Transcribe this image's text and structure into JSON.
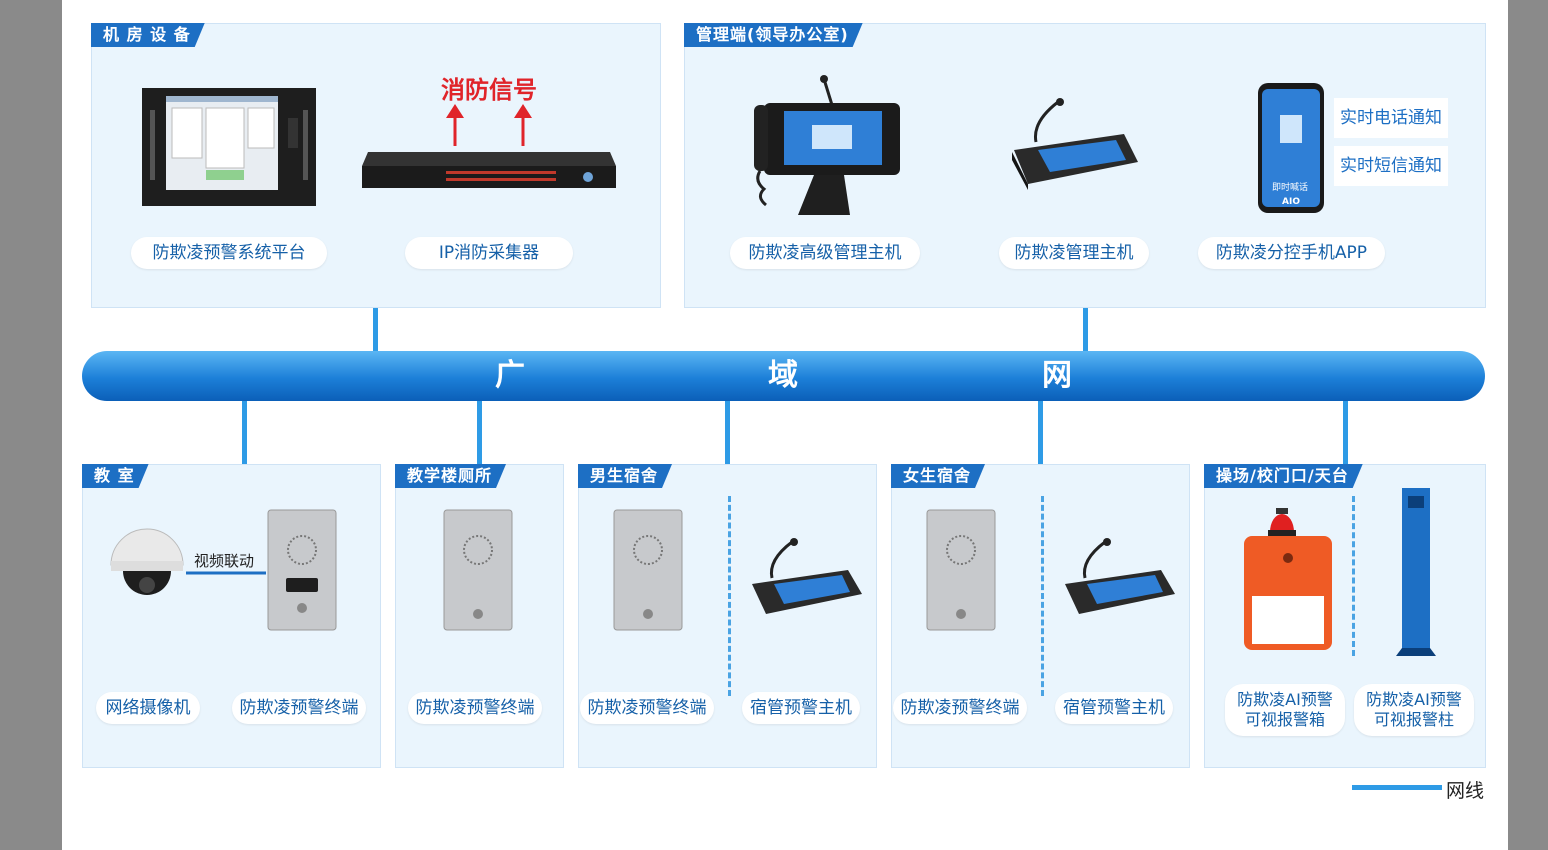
{
  "panels": {
    "machine_room": "机 房 设 备",
    "management": "管理端(领导办公室)",
    "classroom": "教 室",
    "restroom": "教学楼厕所",
    "male_dorm": "男生宿舍",
    "female_dorm": "女生宿舍",
    "playground": "操场/校门口/天台"
  },
  "devices": {
    "platform": "防欺凌预警系统平台",
    "ip_fire": "IP消防采集器",
    "fire_signal": "消防信号",
    "advanced_host": "防欺凌高级管理主机",
    "mgmt_host": "防欺凌管理主机",
    "app": "防欺凌分控手机APP",
    "phone_notice": "实时电话通知",
    "sms_notice": "实时短信通知",
    "app_screen_text": "即时喊话",
    "app_brand": "AIO",
    "camera": "网络摄像机",
    "video_link": "视频联动",
    "terminal_classroom": "防欺凌预警终端",
    "terminal_restroom": "防欺凌预警终端",
    "terminal_male": "防欺凌预警终端",
    "dorm_host_male": "宿管预警主机",
    "terminal_female": "防欺凌预警终端",
    "dorm_host_female": "宿管预警主机",
    "ai_box_line1": "防欺凌AI预警",
    "ai_box_line2": "可视报警箱",
    "ai_column_line1": "防欺凌AI预警",
    "ai_column_line2": "可视报警柱"
  },
  "network": {
    "bus_chars": [
      "广",
      "域",
      "网"
    ]
  },
  "legend": {
    "label": "网线",
    "color": "#2e9be6"
  },
  "colors": {
    "tag_bg": "#1d6fc4",
    "panel_bg": "#eaf5fd",
    "text_blue": "#1560a8",
    "fire_red": "#e0242a"
  }
}
